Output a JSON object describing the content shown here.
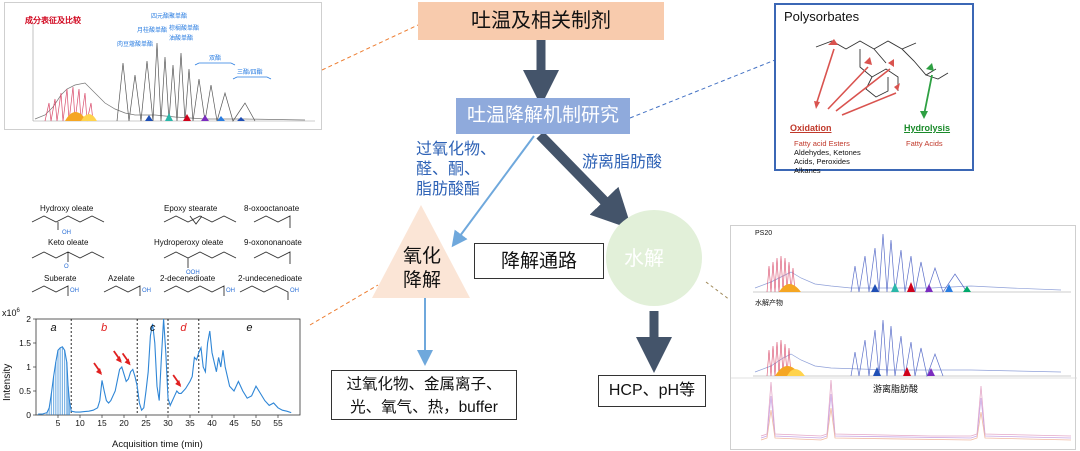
{
  "flow": {
    "top_label": "吐温及相关制剂",
    "mechanism_label": "吐温降解机制研究",
    "oxidation_route_label": "过氧化物、\n醛、酮、\n脂肪酸酯",
    "hydrolysis_route_label": "游离脂肪酸",
    "oxidation_label": "氧化\n降解",
    "pathway_label": "降解通路",
    "hydrolysis_label": "水解",
    "oxidation_factors": "过氧化物、金属离子、\n光、氧气、热，buffer",
    "hydrolysis_factors": "HCP、pH等"
  },
  "colors": {
    "top_box": "#f8cbad",
    "mechanism_box": "#8faadc",
    "oxidation_triangle": "#fbe5d6",
    "hydrolysis_circle": "#e2f0d9",
    "dark_arrow": "#44546a",
    "blue_arrow": "#6fa8dc",
    "leader_orange": "#ed7d31",
    "leader_blue": "#4472c4"
  },
  "top_left_panel": {
    "title": "成分表征及比较",
    "peak_labels": [
      "四元酯聚单酯",
      "月桂酸单酯",
      "肉豆蔻酸单酯",
      "棕榈酸单酯",
      "油酸单酯",
      "双酯",
      "三酯/四酯"
    ]
  },
  "polysorbates_panel": {
    "title": "Polysorbates",
    "oxidation_label": "Oxidation",
    "hydrolysis_label": "Hydrolysis",
    "oxidation_products": [
      "Fatty acid Esters",
      "Aldehydes, Ketones",
      "Acids, Peroxides",
      "Alkanes"
    ],
    "hydrolysis_products": "Fatty Acids"
  },
  "structures_panel": {
    "names": [
      "Hydroxy oleate",
      "Epoxy stearate",
      "8-oxooctanoate",
      "Keto oleate",
      "Hydroperoxy oleate",
      "9-oxononanoate",
      "Suberate",
      "Azelate",
      "2-decenedioate",
      "2-undecenedioate"
    ]
  },
  "ms_chart": {
    "y_axis_label": "Intensity",
    "y_multiplier": "x10",
    "y_exponent": "6",
    "x_axis_label": "Acquisition time (min)",
    "region_labels": [
      "a",
      "b",
      "c",
      "d",
      "e"
    ]
  },
  "right_chart_panel": {
    "top_label": "PS20",
    "middle_label": "水解产物",
    "bottom_label": "游离脂肪酸"
  },
  "chart_data": {
    "type": "line",
    "xlabel": "Acquisition time (min)",
    "ylabel": "Intensity",
    "xlim": [
      0,
      60
    ],
    "ylim": [
      0,
      2
    ],
    "x_ticks": [
      5,
      10,
      15,
      20,
      25,
      30,
      35,
      40,
      45,
      50,
      55
    ],
    "y_ticks": [
      0,
      0.5,
      1,
      1.5,
      2
    ],
    "grid": false,
    "regions": [
      {
        "label": "a",
        "x_start": 0,
        "x_end": 8
      },
      {
        "label": "b",
        "x_start": 8,
        "x_end": 23
      },
      {
        "label": "c",
        "x_start": 23,
        "x_end": 30
      },
      {
        "label": "d",
        "x_start": 30,
        "x_end": 37
      },
      {
        "label": "e",
        "x_start": 37,
        "x_end": 60
      }
    ],
    "region_dividers": [
      8,
      23,
      30,
      37
    ],
    "series": [
      {
        "x": [
          0.5,
          1.5,
          2.5,
          3.0,
          3.5,
          4.0,
          4.5,
          5.0,
          5.5,
          6.0,
          6.5,
          7.0,
          7.3,
          7.6,
          8.0,
          9.0,
          10.0,
          11.0,
          12.0,
          13.0,
          14.0,
          14.5,
          15.0,
          15.5,
          16.0,
          16.5,
          17.0,
          18.0,
          19.0,
          19.5,
          20.0,
          20.5,
          21.0,
          21.5,
          22.0,
          22.5,
          23.0,
          23.5,
          24.0,
          24.5,
          25.0,
          25.5,
          26.0,
          26.5,
          27.0,
          27.5,
          28.0,
          28.5,
          29.0,
          29.5,
          30.0,
          30.5,
          31.0,
          31.5,
          32.0,
          32.5,
          33.0,
          33.5,
          34.0,
          35.0,
          35.5,
          36.0,
          36.5,
          37.0,
          37.5,
          38.0,
          38.5,
          39.0,
          39.5,
          40.0,
          41.0,
          41.5,
          42.0,
          42.5,
          43.0,
          44.0,
          45.0,
          46.0,
          47.0,
          48.0,
          49.0,
          50.0,
          51.0,
          52.0,
          53.0,
          54.0,
          55.0,
          56.0,
          57.0,
          58.0
        ],
        "y": [
          0.02,
          0.02,
          0.05,
          0.15,
          0.45,
          0.8,
          1.1,
          1.35,
          1.4,
          1.42,
          1.35,
          1.1,
          0.6,
          0.3,
          0.08,
          0.06,
          0.06,
          0.07,
          0.08,
          0.1,
          0.15,
          0.3,
          0.72,
          0.5,
          0.3,
          0.25,
          0.3,
          0.5,
          0.95,
          1.0,
          0.85,
          0.7,
          0.75,
          0.9,
          0.95,
          0.8,
          0.6,
          0.25,
          0.1,
          0.15,
          0.5,
          0.9,
          1.65,
          1.9,
          1.5,
          0.6,
          0.3,
          1.2,
          2.0,
          1.3,
          0.35,
          0.2,
          0.3,
          0.4,
          0.5,
          0.45,
          0.45,
          0.5,
          0.55,
          0.7,
          0.8,
          1.2,
          1.15,
          1.3,
          1.4,
          1.0,
          0.9,
          1.5,
          1.75,
          1.3,
          0.9,
          1.2,
          1.0,
          1.35,
          1.0,
          0.6,
          0.5,
          0.7,
          0.5,
          0.35,
          0.4,
          0.6,
          0.45,
          0.3,
          0.2,
          0.25,
          0.15,
          0.1,
          0.08,
          0.05
        ]
      }
    ],
    "annotations": [
      {
        "type": "arrow",
        "x": 15,
        "y": 0.75,
        "color": "red"
      },
      {
        "type": "arrow",
        "x": 19.5,
        "y": 1.0,
        "color": "red"
      },
      {
        "type": "arrow",
        "x": 21.5,
        "y": 0.95,
        "color": "red"
      },
      {
        "type": "arrow",
        "x": 33,
        "y": 0.5,
        "color": "red"
      }
    ]
  }
}
